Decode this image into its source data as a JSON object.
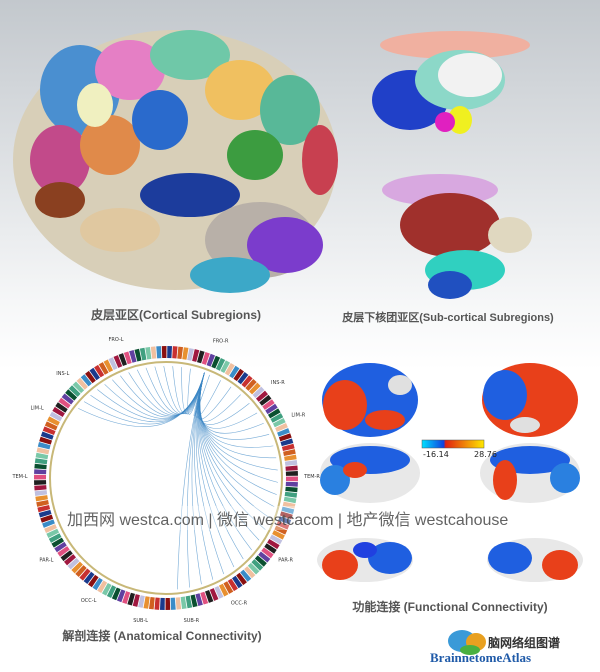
{
  "panels": {
    "cortical": {
      "caption": "皮层亚区(Cortical Subregions)"
    },
    "subcortical": {
      "caption": "皮层下核团亚区(Sub-cortical Subregions)"
    },
    "anatomical": {
      "caption": "解剖连接 (Anatomical Connectivity)",
      "lobe_labels": [
        "FRO-L",
        "FRO-R",
        "INS-L",
        "INS-R",
        "LIM-L",
        "LIM-R",
        "TEM-L",
        "TEM-R",
        "PAR-L",
        "PAR-R",
        "OCC-L",
        "OCC-R",
        "SUB-L",
        "SUB-R"
      ]
    },
    "functional": {
      "caption": "功能连接 (Functional Connectivity)",
      "colorbar": {
        "min": "-16.14",
        "max": "28.76"
      }
    }
  },
  "logo": {
    "cn": "脑网络组图谱",
    "en": "BrainnetomeAtlas"
  },
  "watermark": "加西网 westca.com | 微信 westcacom | 地产微信 westcahouse",
  "colors": {
    "neg": "#1f5fe0",
    "pos": "#e8401a",
    "chord": "#3b86c4"
  }
}
